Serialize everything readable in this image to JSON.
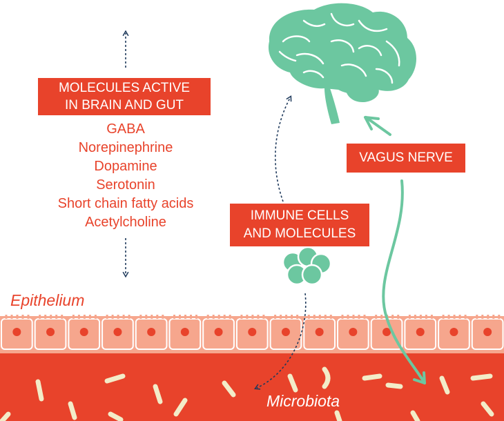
{
  "molecules_box": {
    "line1": "MOLECULES ACTIVE",
    "line2": "IN BRAIN AND GUT"
  },
  "molecules": [
    "GABA",
    "Norepinephrine",
    "Dopamine",
    "Serotonin",
    "Short chain fatty acids",
    "Acetylcholine"
  ],
  "immune_box": {
    "line1": "IMMUNE CELLS",
    "line2": "AND MOLECULES"
  },
  "vagus_box": "VAGUS NERVE",
  "epithelium_label": "Epithelium",
  "microbiota_label": "Microbiota",
  "colors": {
    "accent_red": "#e8432b",
    "brain_green": "#6cc7a0",
    "epithelium_pink": "#f6a68d",
    "nucleus_red": "#e8432b",
    "bacteria_cream": "#f3ecc8",
    "arrow_blue": "#1f3a5c"
  }
}
